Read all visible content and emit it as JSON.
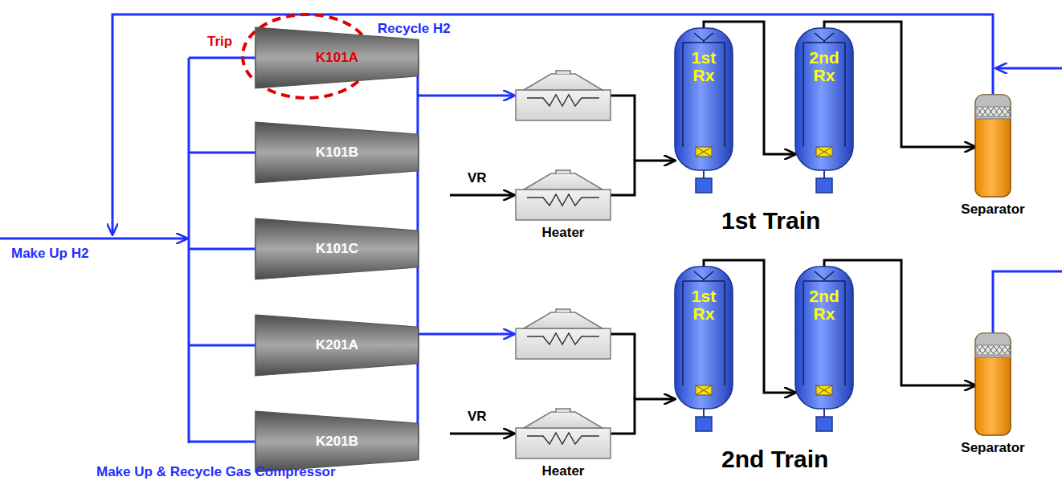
{
  "diagram": {
    "nodes": [
      {
        "text": [
          "K101A"
        ]
      },
      {
        "text": [
          "K101B"
        ]
      },
      {
        "text": [
          "K101C"
        ]
      },
      {
        "text": [
          "K201A"
        ]
      },
      {
        "text": [
          "K201B"
        ]
      },
      {
        "text": [
          "Heater"
        ]
      },
      {
        "text": [
          "1st Rx"
        ]
      },
      {
        "text": [
          "2nd Rx"
        ]
      },
      {
        "text": [
          "Separator"
        ]
      },
      {
        "text": [
          "Heater"
        ]
      },
      {
        "text": [
          "1st Rx"
        ]
      },
      {
        "text": [
          "2nd Rx"
        ]
      },
      {
        "text": [
          "Separator"
        ]
      }
    ],
    "edges": [
      {
        "from": 6,
        "to": 7,
        "arrow": "to"
      },
      {
        "from": 7,
        "to": 8,
        "arrow": "to"
      },
      {
        "from": 5,
        "to": 6,
        "arrow": "to"
      },
      {
        "from": 10,
        "to": 11,
        "arrow": "to"
      },
      {
        "from": 11,
        "to": 12,
        "arrow": "to"
      },
      {
        "from": 9,
        "to": 10,
        "arrow": "to"
      }
    ],
    "labels": [
      "Trip",
      "Recycle H2",
      "Make Up H2",
      "VR",
      "1st Train",
      "VR",
      "2nd Train",
      "Make Up & Recycle Gas Compressor"
    ]
  }
}
